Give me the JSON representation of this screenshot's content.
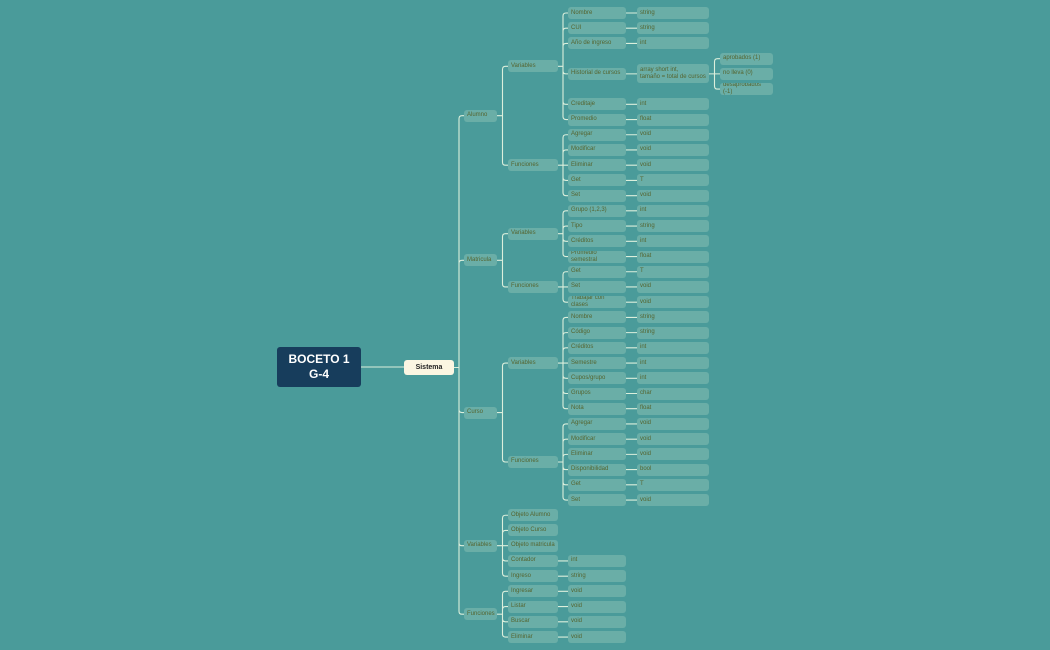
{
  "colors": {
    "background": "#4a9b9a",
    "root": "#173d5c",
    "center": "#fbf6e2",
    "node": "#6aaea7",
    "text": "#55642f",
    "line": "#dcefdc"
  },
  "root": {
    "label": "BOCETO 1\nG-4"
  },
  "center": {
    "label": "Sistema"
  },
  "tree": [
    {
      "label": "Alumno",
      "children": [
        {
          "label": "Variables",
          "children": [
            {
              "label": "Nombre",
              "children": [
                {
                  "label": "string"
                }
              ]
            },
            {
              "label": "CUI",
              "children": [
                {
                  "label": "string"
                }
              ]
            },
            {
              "label": "Año de ingreso",
              "children": [
                {
                  "label": "int"
                }
              ]
            },
            {
              "label": "Historial de cursos",
              "children": [
                {
                  "label": "array short int,\ntamaño = total de cursos",
                  "children": [
                    {
                      "label": "aprobados (1)"
                    },
                    {
                      "label": "no lleva (0)"
                    },
                    {
                      "label": "desaprobados (-1)"
                    }
                  ]
                }
              ]
            },
            {
              "label": "Creditaje",
              "children": [
                {
                  "label": "int"
                }
              ]
            },
            {
              "label": "Promedio",
              "children": [
                {
                  "label": "float"
                }
              ]
            }
          ]
        },
        {
          "label": "Funciones",
          "children": [
            {
              "label": "Agregar",
              "children": [
                {
                  "label": "void"
                }
              ]
            },
            {
              "label": "Modificar",
              "children": [
                {
                  "label": "void"
                }
              ]
            },
            {
              "label": "Eliminar",
              "children": [
                {
                  "label": "void"
                }
              ]
            },
            {
              "label": "Get",
              "children": [
                {
                  "label": "T"
                }
              ]
            },
            {
              "label": "Set",
              "children": [
                {
                  "label": "void"
                }
              ]
            }
          ]
        }
      ]
    },
    {
      "label": "Matricula",
      "children": [
        {
          "label": "Variables",
          "children": [
            {
              "label": "Grupo (1,2,3)",
              "children": [
                {
                  "label": "int"
                }
              ]
            },
            {
              "label": "Tipo",
              "children": [
                {
                  "label": "string"
                }
              ]
            },
            {
              "label": "Créditos",
              "children": [
                {
                  "label": "int"
                }
              ]
            },
            {
              "label": "Promedio semestral",
              "children": [
                {
                  "label": "float"
                }
              ]
            }
          ]
        },
        {
          "label": "Funciones",
          "children": [
            {
              "label": "Get",
              "children": [
                {
                  "label": "T"
                }
              ]
            },
            {
              "label": "Set",
              "children": [
                {
                  "label": "void"
                }
              ]
            },
            {
              "label": "Trabajar con clases",
              "children": [
                {
                  "label": "void"
                }
              ]
            }
          ]
        }
      ]
    },
    {
      "label": "Curso",
      "children": [
        {
          "label": "Variables",
          "children": [
            {
              "label": "Nombre",
              "children": [
                {
                  "label": "string"
                }
              ]
            },
            {
              "label": "Código",
              "children": [
                {
                  "label": "string"
                }
              ]
            },
            {
              "label": "Créditos",
              "children": [
                {
                  "label": "int"
                }
              ]
            },
            {
              "label": "Semestre",
              "children": [
                {
                  "label": "int"
                }
              ]
            },
            {
              "label": "Cupos/grupo",
              "children": [
                {
                  "label": "int"
                }
              ]
            },
            {
              "label": "Grupos",
              "children": [
                {
                  "label": "char"
                }
              ]
            },
            {
              "label": "Nota",
              "children": [
                {
                  "label": "float"
                }
              ]
            }
          ]
        },
        {
          "label": "Funciones",
          "children": [
            {
              "label": "Agregar",
              "children": [
                {
                  "label": "void"
                }
              ]
            },
            {
              "label": "Modificar",
              "children": [
                {
                  "label": "void"
                }
              ]
            },
            {
              "label": "Eliminar",
              "children": [
                {
                  "label": "void"
                }
              ]
            },
            {
              "label": "Disponibilidad",
              "children": [
                {
                  "label": "bool"
                }
              ]
            },
            {
              "label": "Get",
              "children": [
                {
                  "label": "T"
                }
              ]
            },
            {
              "label": "Set",
              "children": [
                {
                  "label": "void"
                }
              ]
            }
          ]
        }
      ]
    },
    {
      "label": "Variables",
      "children": [
        {
          "label": "Objeto Alumno"
        },
        {
          "label": "Objeto Curso"
        },
        {
          "label": "Objeto matricula"
        },
        {
          "label": "Contador",
          "children": [
            {
              "label": "int"
            }
          ]
        },
        {
          "label": "Ingreso",
          "children": [
            {
              "label": "string"
            }
          ]
        }
      ]
    },
    {
      "label": "Funciones",
      "children": [
        {
          "label": "Ingresar",
          "children": [
            {
              "label": "void"
            }
          ]
        },
        {
          "label": "Listar",
          "children": [
            {
              "label": "void"
            }
          ]
        },
        {
          "label": "Buscar",
          "children": [
            {
              "label": "void"
            }
          ]
        },
        {
          "label": "Eliminar",
          "children": [
            {
              "label": "void"
            }
          ]
        }
      ]
    }
  ]
}
